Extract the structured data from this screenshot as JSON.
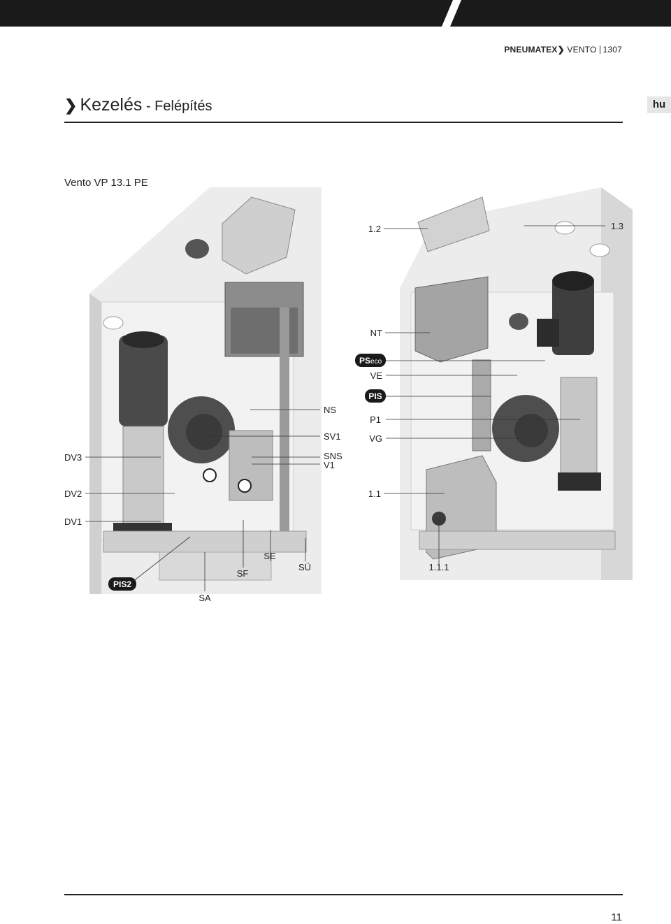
{
  "header": {
    "brand": "PNEUMATEX",
    "chevron": "❯",
    "product": "VENTO",
    "code": "1307"
  },
  "title": {
    "chevron": "❯",
    "main": "Kezelés",
    "dash": " - ",
    "sub": "Felépítés"
  },
  "language": "hu",
  "model": "Vento VP 13.1 PE",
  "labels": {
    "l_1_2": "1.2",
    "l_1_3": "1.3",
    "nt": "NT",
    "pseco_ps": "PS",
    "pseco_eco": "eco",
    "ve": "VE",
    "pis": "PIS",
    "p1": "P1",
    "vg": "VG",
    "ns": "NS",
    "sv1": "SV1",
    "sns": "SNS",
    "v1": "V1",
    "dv3": "DV3",
    "dv2": "DV2",
    "dv1": "DV1",
    "l_1_1": "1.1",
    "se": "SE",
    "sf": "SF",
    "su": "SÜ",
    "l_1_1_1": "1.1.1",
    "pis2": "PIS2",
    "sa": "SA"
  },
  "page_number": "11"
}
